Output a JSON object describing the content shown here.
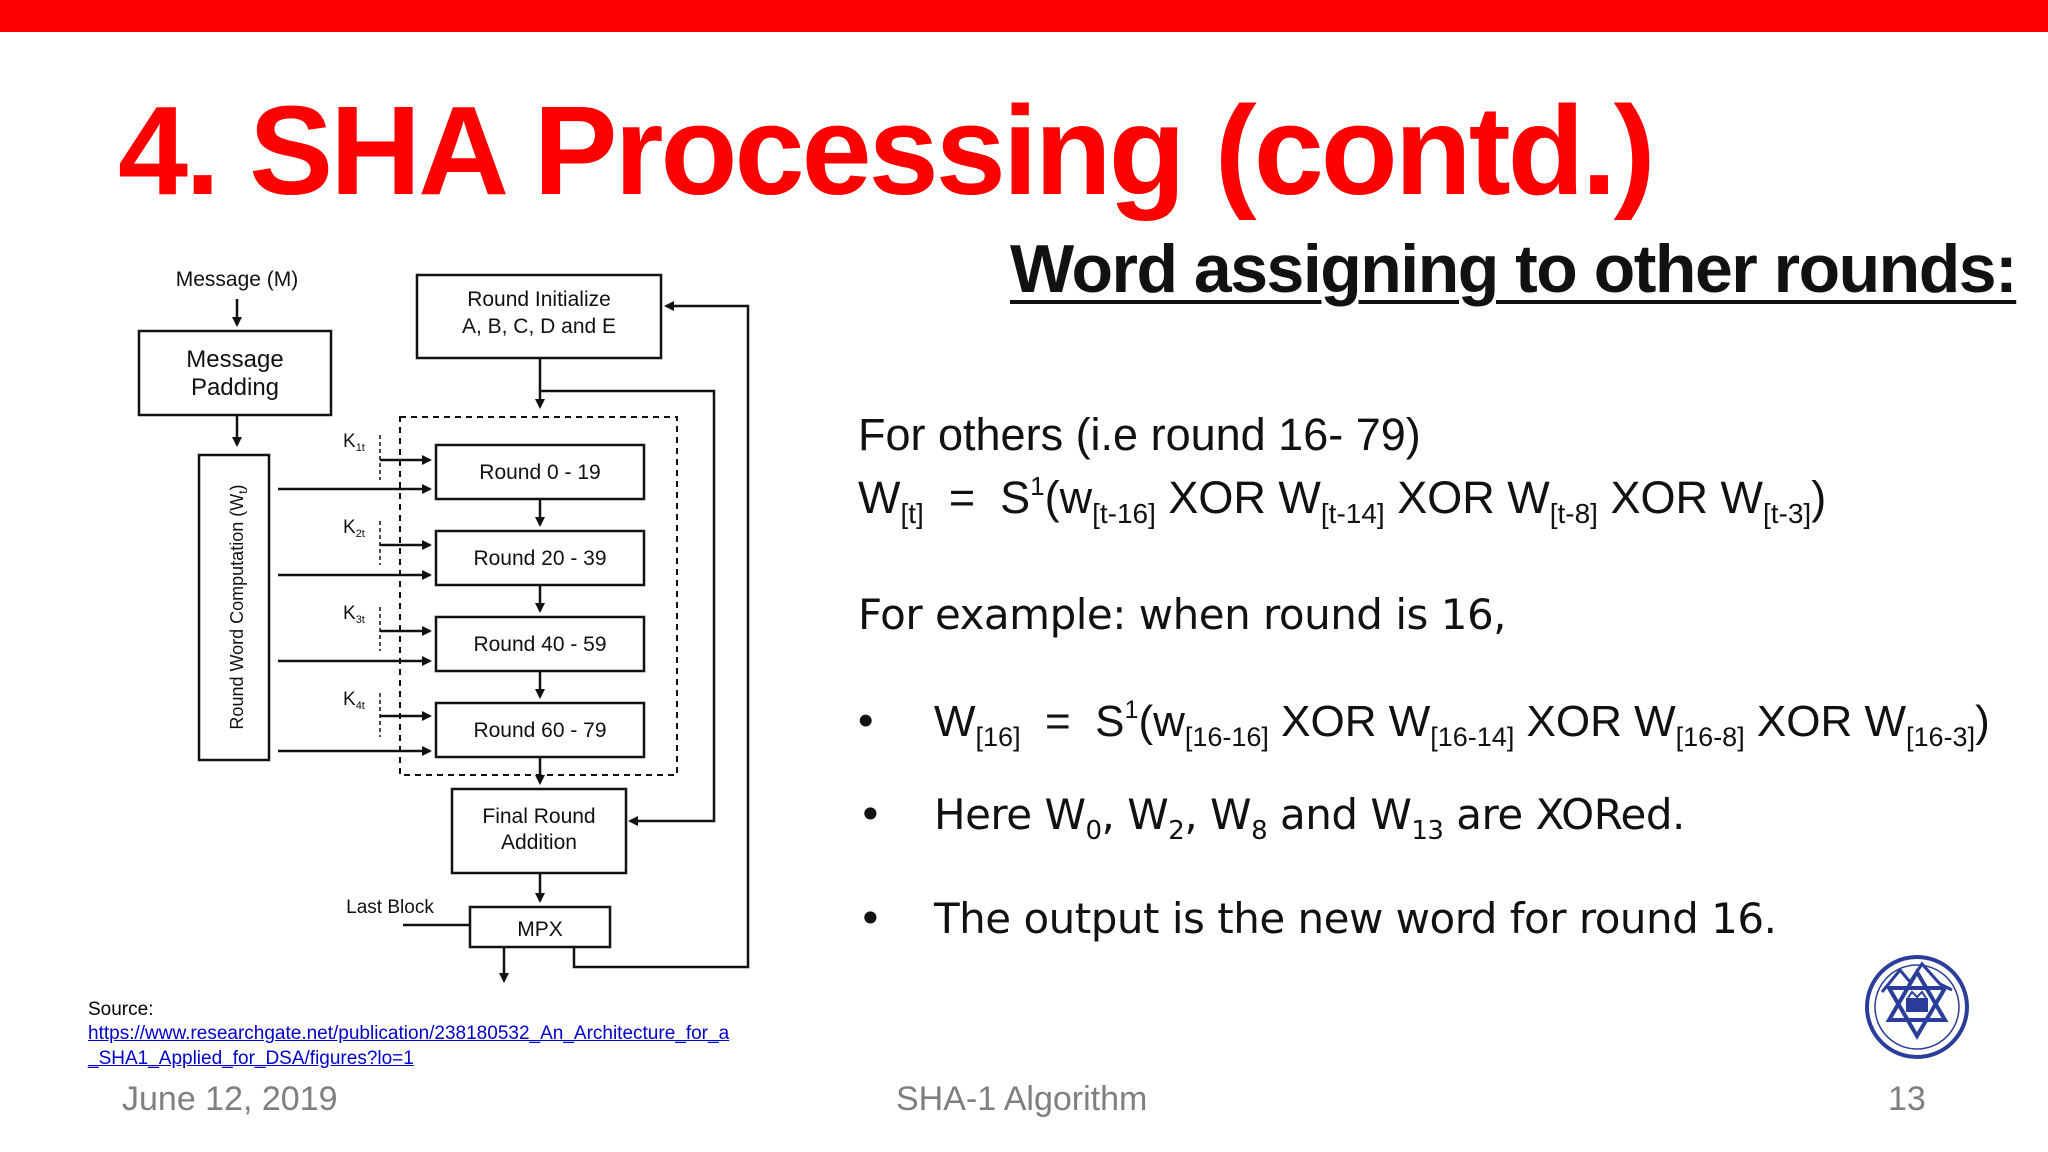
{
  "slide": {
    "title": "4. SHA Processing (contd.)",
    "heading": "Word assigning to other rounds:"
  },
  "formula": {
    "line1": "For others (i.e round 16- 79)",
    "w_base": "W",
    "w_sub": "[t]",
    "eq": "  =  S",
    "s_sup": "1",
    "open": "(w",
    "sub1": "[t-16]",
    "xor1": " XOR W",
    "sub2": "[t-14]",
    "xor2": " XOR W",
    "sub3": "[t-8]",
    "xor3": " XOR W",
    "sub4": "[t-3]",
    "close": ")"
  },
  "example": "For example: when round is 16,",
  "bullets": {
    "symbol": "•",
    "b1": {
      "w_base": "W",
      "w_sub": "[16]",
      "eq": "  =  S",
      "s_sup": "1",
      "open": "(w",
      "sub1": "[16-16]",
      "xor1": " XOR W",
      "sub2": "[16-14]",
      "xor2": " XOR W",
      "sub3": "[16-8]",
      "xor3": " XOR W",
      "sub4": "[16-3]",
      "close": ")"
    },
    "b2": {
      "t0": "Here W",
      "s0": "0",
      "t1": ", W",
      "s1": "2",
      "t2": ", W",
      "s2": "8",
      "t3": " and W",
      "s3": "13",
      "t4": " are XORed."
    },
    "b3": "The output is the new word for round 16."
  },
  "diagram": {
    "message": "Message (M)",
    "padding_l1": "Message",
    "padding_l2": "Padding",
    "round_init_l1": "Round Initialize",
    "round_init_l2": "A, B, C, D and E",
    "word_computation": "Round Word Computation (W",
    "word_computation_sub": "t",
    "word_computation_close": ")",
    "k1": "K",
    "k1_sub": "1t",
    "k2": "K",
    "k2_sub": "2t",
    "k3": "K",
    "k3_sub": "3t",
    "k4": "K",
    "k4_sub": "4t",
    "rounds": [
      "Round 0 - 19",
      "Round 20 - 39",
      "Round 40 - 59",
      "Round 60 - 79"
    ],
    "final_l1": "Final Round",
    "final_l2": "Addition",
    "last_block": "Last Block",
    "mpx": "MPX"
  },
  "source": {
    "label": "Source:",
    "link_line1": "https://www.researchgate.net/publication/238180532_An_Architecture_for_a",
    "link_line2": "_SHA1_Applied_for_DSA/figures?lo=1"
  },
  "footer": {
    "date": "June 12, 2019",
    "center": "SHA-1 Algorithm",
    "page": "13"
  },
  "colors": {
    "accent": "#ff0000",
    "footer_text": "#7f7f7f",
    "link": "#0000cc",
    "logo_blue": "#2a3d9a"
  },
  "logo": {
    "icon": "college-emblem-icon"
  }
}
